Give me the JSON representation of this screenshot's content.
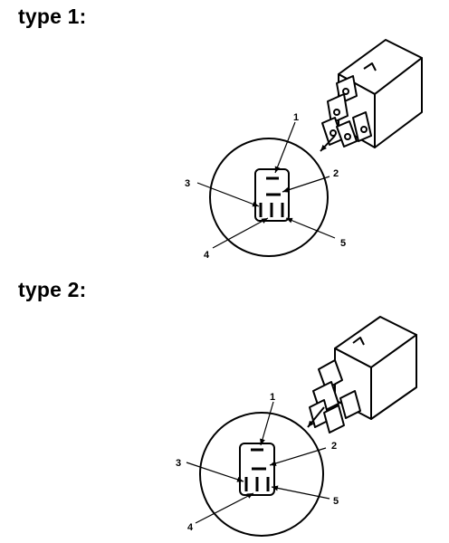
{
  "headings": {
    "type1": "type 1:",
    "type2": "type 2:"
  },
  "diagrams": [
    {
      "id": "type1",
      "callouts": [
        "1",
        "2",
        "3",
        "4",
        "5"
      ]
    },
    {
      "id": "type2",
      "callouts": [
        "1",
        "2",
        "3",
        "4",
        "5"
      ]
    }
  ],
  "colors": {
    "ink": "#000000",
    "background": "#ffffff"
  }
}
